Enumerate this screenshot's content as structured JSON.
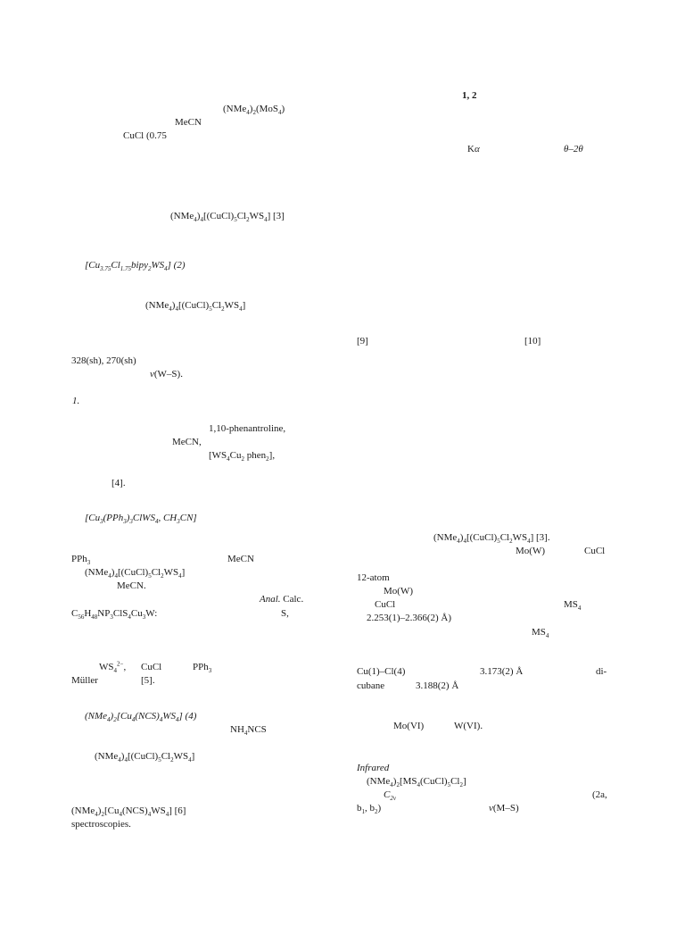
{
  "left_column": {
    "f1": "(NMe",
    "f1_s1": "4",
    "f1_b": ")",
    "f1_s2": "2",
    "f1_c": "(MoS",
    "f1_s3": "4",
    "f1_d": ")",
    "f2": "MeCN",
    "f3": "CuCl (0.75",
    "f4_a": "(NMe",
    "f4_s1": "4",
    "f4_b": ")",
    "f4_s2": "4",
    "f4_c": "[(CuCl)",
    "f4_s3": "5",
    "f4_d": "Cl",
    "f4_s4": "2",
    "f4_e": "WS",
    "f4_s5": "4",
    "f4_f": "] [3]",
    "f5_a": "[Cu",
    "f5_s1": "3.75",
    "f5_b": "Cl",
    "f5_s2": "1.75",
    "f5_c": "bipy",
    "f5_s3": "2",
    "f5_d": "WS",
    "f5_s4": "4",
    "f5_e": "]  (2)",
    "f6_a": "(NMe",
    "f6_s1": "4",
    "f6_b": ")",
    "f6_s2": "4",
    "f6_c": "[(CuCl)",
    "f6_s3": "5",
    "f6_d": "Cl",
    "f6_s4": "2",
    "f6_e": "WS",
    "f6_s5": "4",
    "f6_f": "]",
    "f7": "328(sh), 270(sh)",
    "f8_a": "ν",
    "f8_b": "(W–S).",
    "f9": "1.",
    "f10": "1,10-phenantroline,",
    "f11": "MeCN,",
    "f12_a": "[WS",
    "f12_s1": "4",
    "f12_b": "Cu",
    "f12_s2": "2",
    "f12_c": " phen",
    "f12_s3": "2",
    "f12_d": "],",
    "f13": "[4].",
    "f14_a": "[Cu",
    "f14_s1": "3",
    "f14_b": "(PPh",
    "f14_s2": "3",
    "f14_c": ")",
    "f14_s3": "3",
    "f14_d": "ClWS",
    "f14_s4": "4",
    "f14_e": ", CH",
    "f14_s5": "3",
    "f14_f": "CN]",
    "f15_a": "PPh",
    "f15_s1": "3",
    "f16": "MeCN",
    "f17_a": "(NMe",
    "f17_s1": "4",
    "f17_b": ")",
    "f17_s2": "4",
    "f17_c": "[(CuCl)",
    "f17_s3": "5",
    "f17_d": "Cl",
    "f17_s4": "2",
    "f17_e": "WS",
    "f17_s5": "4",
    "f17_f": "]",
    "f18": "MeCN.",
    "f19_a": "Anal.",
    "f19_b": " Calc.",
    "f20_a": "C",
    "f20_s1": "56",
    "f20_b": "H",
    "f20_s2": "48",
    "f20_c": "NP",
    "f20_s3": "3",
    "f20_d": "ClS",
    "f20_s4": "4",
    "f20_e": "Cu",
    "f20_s5": "3",
    "f20_f": "W:",
    "f21": "S,",
    "f22_a": "WS",
    "f22_s1": "4",
    "f22_sup": "2−",
    "f22_b": ",",
    "f23": "CuCl",
    "f24_a": "PPh",
    "f24_s1": "3",
    "f25": "Müller",
    "f26": "[5].",
    "f27_a": "(NMe",
    "f27_s1": "4",
    "f27_b": ")",
    "f27_s2": "2",
    "f27_c": "[Cu",
    "f27_s3": "4",
    "f27_d": "(NCS)",
    "f27_s4": "4",
    "f27_e": "WS",
    "f27_s5": "4",
    "f27_f": "]  (4)",
    "f28_a": "NH",
    "f28_s1": "4",
    "f28_b": "NCS",
    "f29_a": "(NMe",
    "f29_s1": "4",
    "f29_b": ")",
    "f29_s2": "4",
    "f29_c": "[(CuCl)",
    "f29_s3": "5",
    "f29_d": "Cl",
    "f29_s4": "2",
    "f29_e": "WS",
    "f29_s5": "4",
    "f29_f": "]",
    "f30_a": "(NMe",
    "f30_s1": "4",
    "f30_b": ")",
    "f30_s2": "2",
    "f30_c": "[Cu",
    "f30_s3": "4",
    "f30_d": "(NCS)",
    "f30_s4": "4",
    "f30_e": "WS",
    "f30_s5": "4",
    "f30_f": "] [6]",
    "f31": "spectroscopies."
  },
  "right_column": {
    "r1": "1, 2",
    "r2_a": "K",
    "r2_b": "α",
    "r3": "θ–2θ",
    "r4": "[9]",
    "r5": "[10]",
    "r6_a": "(NMe",
    "r6_s1": "4",
    "r6_b": ")",
    "r6_s2": "4",
    "r6_c": "[(CuCl)",
    "r6_s3": "5",
    "r6_d": "Cl",
    "r6_s4": "2",
    "r6_e": "WS",
    "r6_s5": "4",
    "r6_f": "] [3].",
    "r7": "Mo(W)",
    "r8": "CuCl",
    "r9": "12-atom",
    "r10": "Mo(W)",
    "r11": "CuCl",
    "r12_a": "MS",
    "r12_s1": "4",
    "r13": "2.253(1)–2.366(2) Å)",
    "r14_a": "MS",
    "r14_s1": "4",
    "r15": "Cu(1)–Cl(4)",
    "r16": "3.173(2) Å",
    "r17": "di-",
    "r18": "cubane",
    "r19": "3.188(2) Å",
    "r20": "Mo(VI)",
    "r21": "W(VI).",
    "r22": "Infrared",
    "r23_a": "(NMe",
    "r23_s1": "4",
    "r23_b": ")",
    "r23_s2": "2",
    "r23_c": "[MS",
    "r23_s3": "4",
    "r23_d": "(CuCl)",
    "r23_s4": "5",
    "r23_e": "Cl",
    "r23_s5": "2",
    "r23_f": "]",
    "r24_a": "C",
    "r24_s1": "2v",
    "r25": "(2a,",
    "r26_a": "b",
    "r26_s1": "1",
    "r26_b": ", b",
    "r26_s2": "2",
    "r26_c": ")",
    "r27_a": "ν",
    "r27_b": "(M–S)"
  }
}
